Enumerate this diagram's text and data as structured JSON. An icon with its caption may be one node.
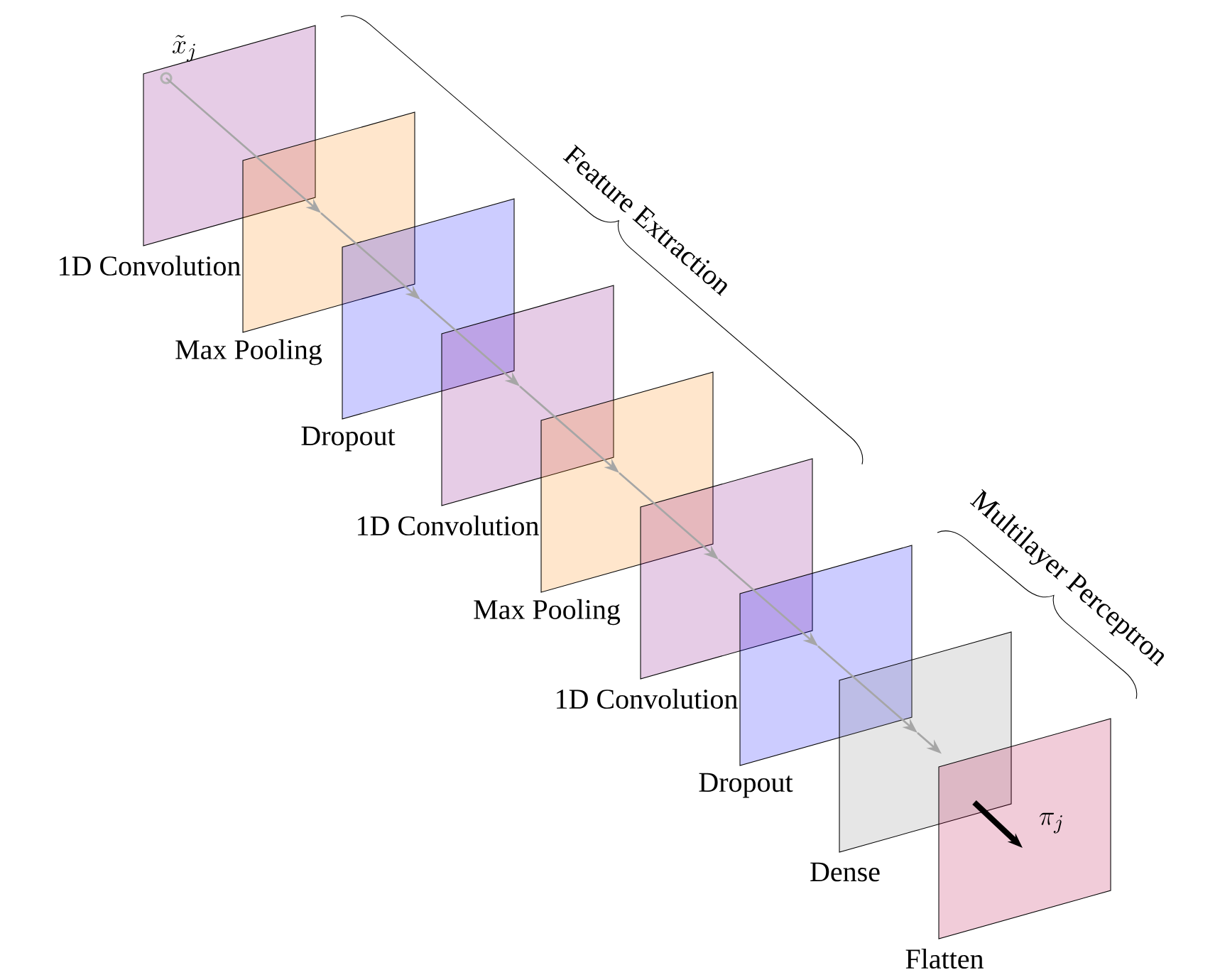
{
  "diagram": {
    "nodes": [
      {
        "text": [],
        "shape": "box",
        "beside": [
          "1D Convolution"
        ]
      },
      {
        "text": [],
        "shape": "box",
        "beside": [
          "Max Pooling"
        ]
      },
      {
        "text": [],
        "shape": "box",
        "beside": [
          "Dropout"
        ]
      },
      {
        "text": [],
        "shape": "box",
        "beside": [
          "1D Convolution"
        ]
      },
      {
        "text": [],
        "shape": "box",
        "beside": [
          "Max Pooling"
        ]
      },
      {
        "text": [],
        "shape": "box",
        "beside": [
          "1D Convolution"
        ]
      },
      {
        "text": [],
        "shape": "box",
        "beside": [
          "Dropout"
        ]
      },
      {
        "text": [],
        "shape": "box",
        "beside": [
          "Dense"
        ]
      },
      {
        "text": [],
        "shape": "box",
        "beside": [
          "Flatten"
        ]
      }
    ],
    "edges": [
      {
        "from": 0,
        "to": 1,
        "arrow": "to"
      },
      {
        "from": 1,
        "to": 2,
        "arrow": "to"
      },
      {
        "from": 2,
        "to": 3,
        "arrow": "to"
      },
      {
        "from": 3,
        "to": 4,
        "arrow": "to"
      },
      {
        "from": 4,
        "to": 5,
        "arrow": "to"
      },
      {
        "from": 5,
        "to": 6,
        "arrow": "to"
      },
      {
        "from": 6,
        "to": 7,
        "arrow": "to"
      },
      {
        "from": 7,
        "to": 8,
        "arrow": "to"
      },
      {
        "from": 8,
        "to": null,
        "arrow": "to",
        "style": "thick",
        "color": "#000000",
        "label": "\\pi_j"
      }
    ],
    "labels": [
      "\\tilde{x}_j",
      "Feature Extraction",
      "Multilayer Perceptron"
    ]
  }
}
